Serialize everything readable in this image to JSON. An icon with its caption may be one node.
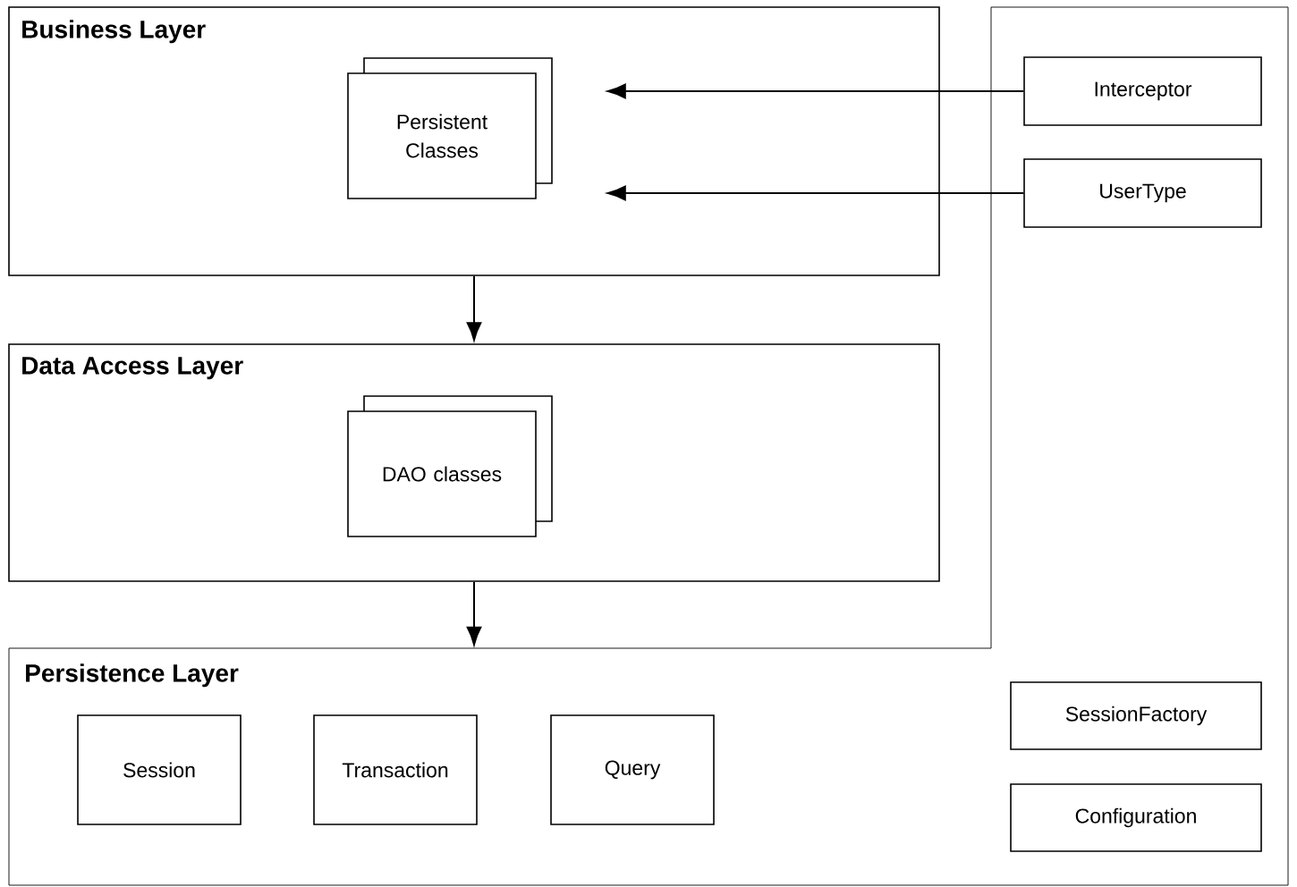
{
  "diagram": {
    "nodes": [
      {
        "text": [
          "Business Layer"
        ]
      },
      {
        "text": [
          "Persistent Classes"
        ],
        "in": 0
      },
      {
        "text": [
          "Data Access Layer"
        ]
      },
      {
        "text": [
          "DAO classes"
        ],
        "in": 2
      },
      {
        "text": [
          "Persistence Layer"
        ]
      },
      {
        "text": [
          "Interceptor"
        ],
        "in": 4
      },
      {
        "text": [
          "UserType"
        ],
        "in": 4
      },
      {
        "text": [
          "Session"
        ],
        "in": 4
      },
      {
        "text": [
          "Transaction"
        ],
        "in": 4
      },
      {
        "text": [
          "Query"
        ],
        "in": 4
      },
      {
        "text": [
          "SessionFactory"
        ],
        "in": 4
      },
      {
        "text": [
          "Configuration"
        ],
        "in": 4
      }
    ],
    "edges": [
      {
        "from": 5,
        "to": 1,
        "arrow": "to"
      },
      {
        "from": 6,
        "to": 1,
        "arrow": "to"
      },
      {
        "from": 0,
        "to": 2,
        "arrow": "to"
      },
      {
        "from": 2,
        "to": 4,
        "arrow": "to"
      }
    ]
  }
}
